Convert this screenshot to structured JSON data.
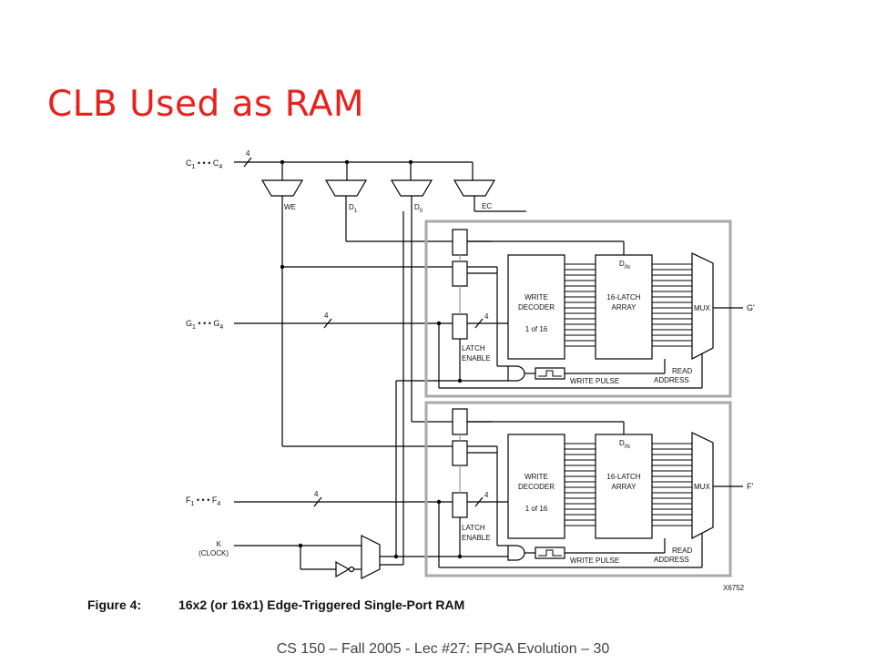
{
  "slide": {
    "title": "CLB Used as RAM",
    "footer": "CS 150 – Fall 2005 - Lec #27: FPGA Evolution – 30"
  },
  "figure": {
    "caption_number": "Figure 4:",
    "caption_text": "16x2 (or 16x1) Edge-Triggered Single-Port RAM",
    "id_code": "X6752",
    "inputs": {
      "c_bus": {
        "a": "C",
        "a_sub": "1",
        "dots": " • • • ",
        "b": "C",
        "b_sub": "4",
        "width": "4"
      },
      "g_bus": {
        "a": "G",
        "a_sub": "1",
        "dots": " • • • ",
        "b": "G",
        "b_sub": "4",
        "width": "4"
      },
      "f_bus": {
        "a": "F",
        "a_sub": "1",
        "dots": " • • • ",
        "b": "F",
        "b_sub": "4",
        "width": "4"
      },
      "clock": {
        "name": "K",
        "desc": "(CLOCK)"
      }
    },
    "mux_labels": {
      "we": "WE",
      "d1": "D",
      "d1_sub": "1",
      "d0": "D",
      "d0_sub": "0",
      "ec": "EC"
    },
    "blocks": [
      {
        "bus_width": "4",
        "latch_enable": [
          "LATCH",
          "ENABLE"
        ],
        "decoder": [
          "WRITE",
          "DECODER",
          "1 of 16"
        ],
        "din": "D",
        "din_sub": "IN",
        "array": [
          "16-LATCH",
          "ARRAY"
        ],
        "mux": "MUX",
        "output": "G'",
        "write_pulse": "WRITE PULSE",
        "read_address": [
          "READ",
          "ADDRESS"
        ]
      },
      {
        "bus_width": "4",
        "latch_enable": [
          "LATCH",
          "ENABLE"
        ],
        "decoder": [
          "WRITE",
          "DECODER",
          "1 of 16"
        ],
        "din": "D",
        "din_sub": "IN",
        "array": [
          "16-LATCH",
          "ARRAY"
        ],
        "mux": "MUX",
        "output": "F'",
        "write_pulse": "WRITE PULSE",
        "read_address": [
          "READ",
          "ADDRESS"
        ]
      }
    ]
  }
}
